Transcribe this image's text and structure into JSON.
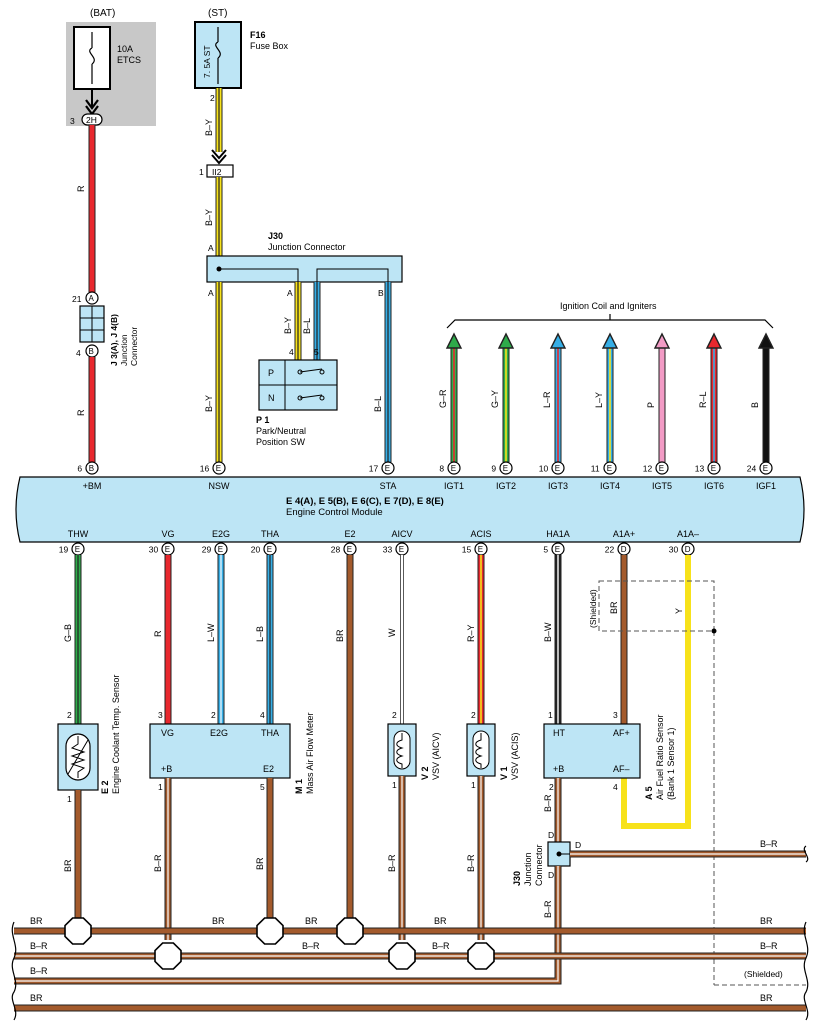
{
  "title": "",
  "wires": {
    "R": "R",
    "BY": "B–Y",
    "BL": "B–L",
    "GR": "G–R",
    "GY": "G–Y",
    "LR": "L–R",
    "LY": "L–Y",
    "P": "P",
    "RL": "R–L",
    "B": "B",
    "GB": "G–B",
    "LW": "L–W",
    "LB": "L–B",
    "BR": "BR",
    "W": "W",
    "RY": "R–Y",
    "BW": "B–W",
    "Y": "Y",
    "BR_dash": "B–R"
  },
  "fuses": {
    "bat": {
      "source": "(BAT)",
      "rating": "10A",
      "name": "ETCS"
    },
    "st": {
      "source": "(ST)",
      "rating": "7. 5A ST",
      "id": "F16",
      "name": "Fuse Box"
    }
  },
  "connectors": {
    "h2": "2H",
    "h2_pin": "3",
    "f16_pin": "2",
    "i12": "II2",
    "i12_pin": "1",
    "jA": "A",
    "jA_pin": "21",
    "jB": "B",
    "jB_pin": "4"
  },
  "j3j4": {
    "id": "J 3(A), J 4(B)",
    "name1": "Junction",
    "name2": "Connector"
  },
  "j30_top": {
    "id": "J30",
    "name": "Junction Connector",
    "a_in": "A",
    "a_out": "A",
    "a_out2": "A",
    "b1": "B",
    "b2": "B"
  },
  "p1": {
    "id": "P 1",
    "name1": "Park/Neutral",
    "name2": "Position SW",
    "p": "P",
    "n": "N",
    "pin4": "4",
    "pin5": "5"
  },
  "ignition": {
    "label": "Ignition Coil and Igniters"
  },
  "ecm": {
    "id": "E 4(A), E 5(B), E 6(C), E 7(D), E 8(E)",
    "name": "Engine Control Module"
  },
  "ecm_top_pins": [
    {
      "term": "+BM",
      "conn": "B",
      "num": "6"
    },
    {
      "term": "NSW",
      "conn": "E",
      "num": "16"
    },
    {
      "term": "STA",
      "conn": "E",
      "num": "17"
    },
    {
      "term": "IGT1",
      "conn": "E",
      "num": "8"
    },
    {
      "term": "IGT2",
      "conn": "E",
      "num": "9"
    },
    {
      "term": "IGT3",
      "conn": "E",
      "num": "10"
    },
    {
      "term": "IGT4",
      "conn": "E",
      "num": "11"
    },
    {
      "term": "IGT5",
      "conn": "E",
      "num": "12"
    },
    {
      "term": "IGT6",
      "conn": "E",
      "num": "13"
    },
    {
      "term": "IGF1",
      "conn": "E",
      "num": "24"
    }
  ],
  "ecm_bottom_pins": [
    {
      "term": "THW",
      "conn": "E",
      "num": "19"
    },
    {
      "term": "VG",
      "conn": "E",
      "num": "30"
    },
    {
      "term": "E2G",
      "conn": "E",
      "num": "29"
    },
    {
      "term": "THA",
      "conn": "E",
      "num": "20"
    },
    {
      "term": "E2",
      "conn": "E",
      "num": "28"
    },
    {
      "term": "AICV",
      "conn": "E",
      "num": "33"
    },
    {
      "term": "ACIS",
      "conn": "E",
      "num": "15"
    },
    {
      "term": "HA1A",
      "conn": "E",
      "num": "5"
    },
    {
      "term": "A1A+",
      "conn": "D",
      "num": "22"
    },
    {
      "term": "A1A–",
      "conn": "D",
      "num": "30"
    }
  ],
  "e2": {
    "id": "E 2",
    "name": "Engine Coolant Temp.  Sensor",
    "pin2": "2",
    "pin1": "1"
  },
  "m1": {
    "id": "M 1",
    "name": "Mass Air Flow Meter",
    "vg": "VG",
    "e2g": "E2G",
    "tha": "THA",
    "b": "+B",
    "e2": "E2",
    "p3": "3",
    "p2": "2",
    "p4": "4",
    "p1": "1",
    "p5": "5"
  },
  "v2": {
    "id": "V 2",
    "name": "VSV (AICV)",
    "pin2": "2",
    "pin1": "1"
  },
  "v1": {
    "id": "V 1",
    "name": "VSV (ACIS)",
    "pin2": "2",
    "pin1": "1"
  },
  "a5": {
    "id": "A 5",
    "name1": "Air Fuel Ratio Sensor",
    "name2": "(Bank 1 Sensor 1)",
    "ht": "HT",
    "afp": "AF+",
    "b": "+B",
    "afm": "AF–",
    "p1": "1",
    "p3": "3",
    "p2": "2",
    "p4": "4"
  },
  "shielded": "(Shielded)",
  "j30_bottom": {
    "id": "J30",
    "name1": "Junction",
    "name2": "Connector",
    "d1": "D",
    "d2": "D",
    "d3": "D"
  },
  "bus": {
    "br": "BR",
    "br_w": "B–R",
    "shield": "(Shielded)"
  }
}
